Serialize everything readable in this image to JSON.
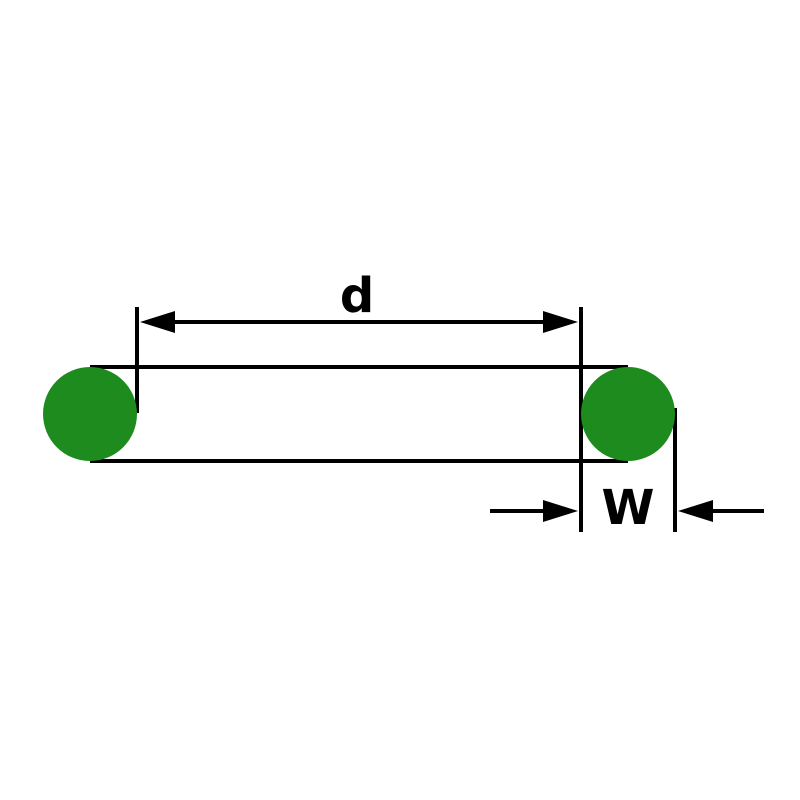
{
  "diagram": {
    "kind": "o-ring-dimension-drawing",
    "labels": {
      "inner_diameter": "d",
      "cross_section_width": "W"
    },
    "colors": {
      "ring_fill": "#1e8b1e",
      "line": "#000000",
      "background": "#ffffff"
    }
  }
}
